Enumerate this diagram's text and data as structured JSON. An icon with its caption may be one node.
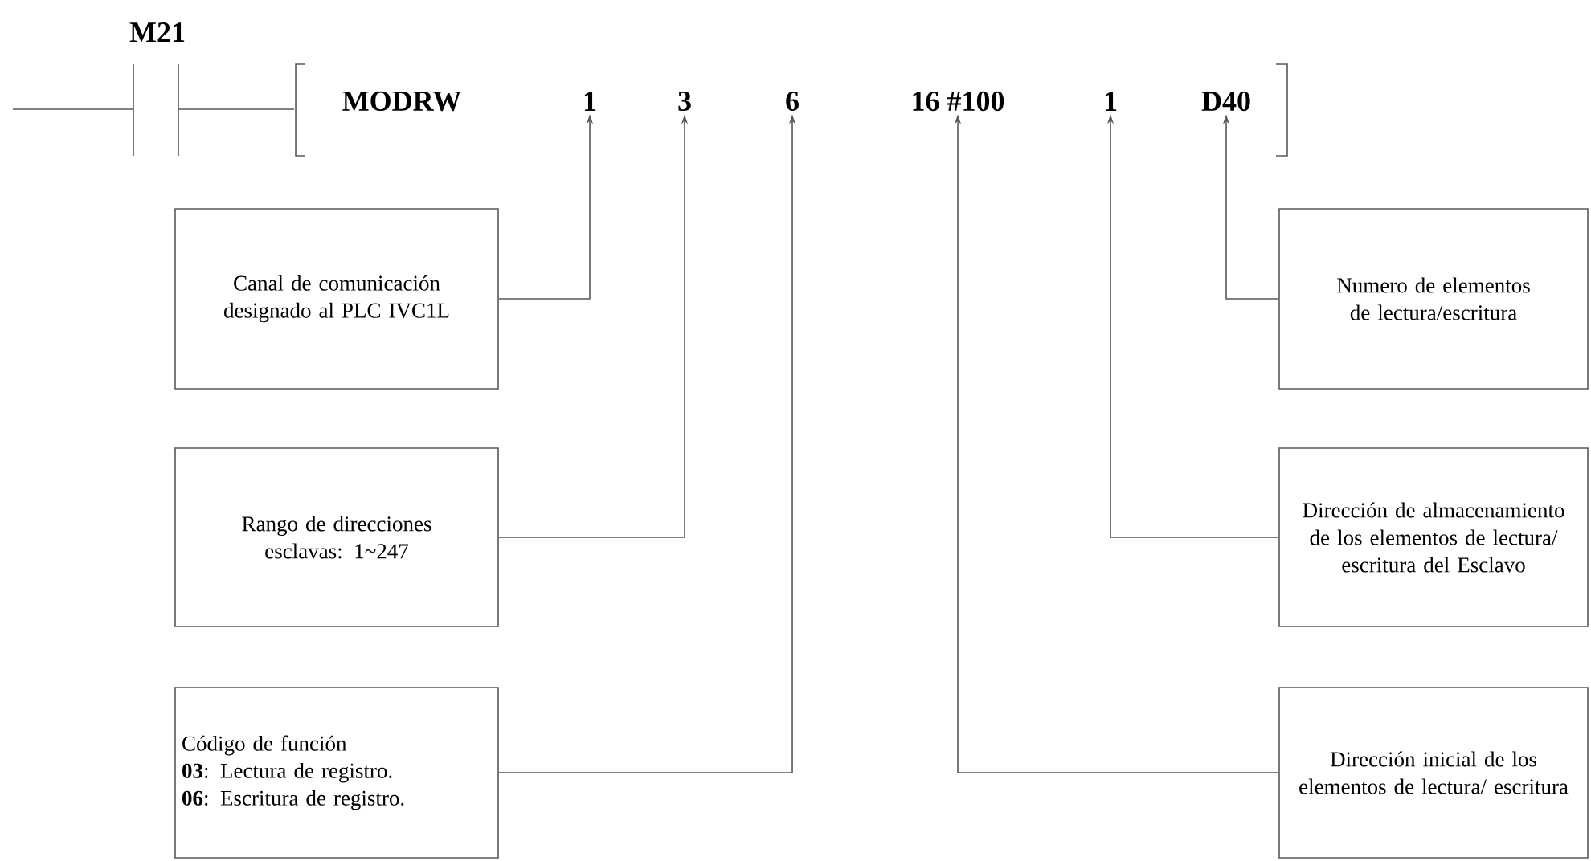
{
  "diagram": {
    "nodes": [
      {
        "text": [
          "1"
        ]
      },
      {
        "text": [
          "3"
        ]
      },
      {
        "text": [
          "6"
        ]
      },
      {
        "text": [
          "16 #100"
        ]
      },
      {
        "text": [
          "1"
        ]
      },
      {
        "text": [
          "D40"
        ]
      },
      {
        "text": [
          "Canal de comunicación designado al PLC IVC1L"
        ]
      },
      {
        "text": [
          "Numero de elementos de lectura/escritura"
        ]
      },
      {
        "text": [
          "Rango de direcciones esclavas: 1~247"
        ]
      },
      {
        "text": [
          "Dirección de almacenamiento de los elementos de lectura/ escritura del Esclavo"
        ]
      },
      {
        "text": [
          "Código de función",
          "**03**: Lectura de registro.",
          "**06**: Escritura de registro."
        ]
      },
      {
        "text": [
          "Dirección inicial de los elementos de lectura/ escritura"
        ]
      }
    ],
    "edges": [
      {
        "from": 6,
        "to": 0,
        "arrow": "to"
      },
      {
        "from": 8,
        "to": 1,
        "arrow": "to"
      },
      {
        "from": 10,
        "to": 2,
        "arrow": "to"
      },
      {
        "from": 11,
        "to": 3,
        "arrow": "to"
      },
      {
        "from": 9,
        "to": 4,
        "arrow": "to"
      },
      {
        "from": 7,
        "to": 5,
        "arrow": "to"
      }
    ],
    "labels": [
      "M21",
      "MODRW"
    ]
  }
}
